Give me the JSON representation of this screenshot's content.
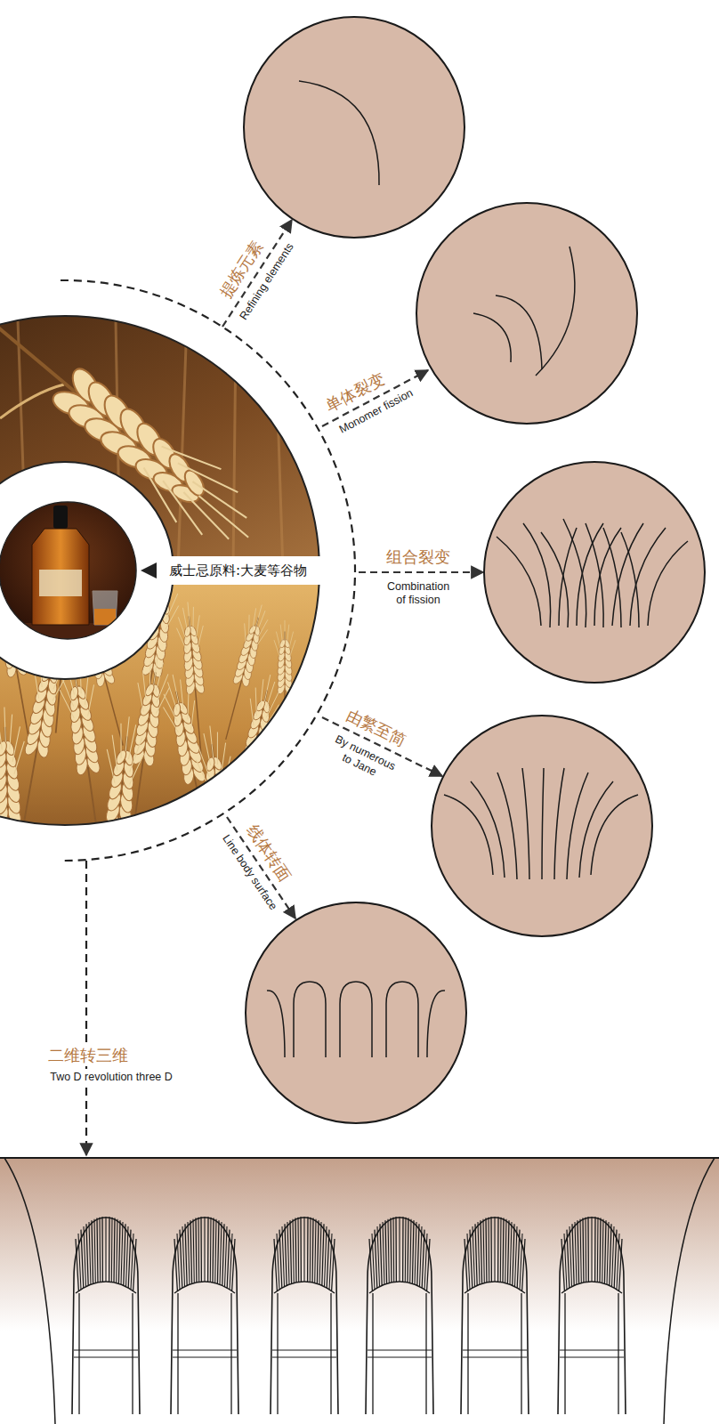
{
  "diagram": {
    "nodes": [
      {
        "text": [
          "威士忌原料:大麦等谷物"
        ]
      }
    ],
    "labels": [
      "提炼元素",
      "Refining elements",
      "单体裂变",
      "Monomer fission",
      "组合裂变",
      "Combination of fission",
      "由繁至简",
      "By numerous to Jane",
      "线体转面",
      "Line body surface",
      "二维转三维",
      "Two D revolution three D"
    ]
  }
}
